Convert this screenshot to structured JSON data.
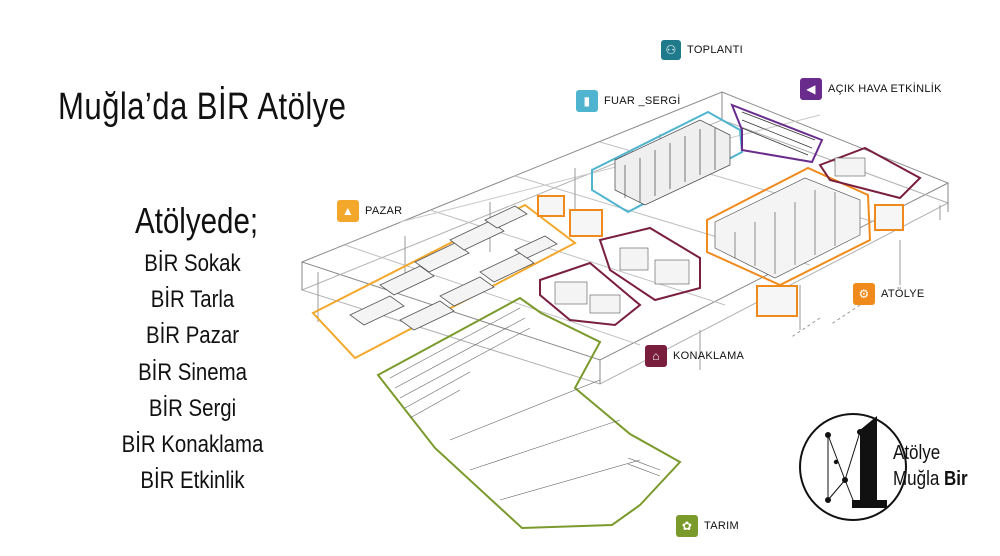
{
  "title": "Muğla’da BİR Atölye",
  "list": {
    "heading": "Atölyede;",
    "items": [
      "BİR Sokak",
      "BİR Tarla",
      "BİR Pazar",
      "BİR Sinema",
      "BİR Sergi",
      "BİR Konaklama",
      "BİR Etkinlik"
    ]
  },
  "labels": {
    "toplanti": "TOPLANTI",
    "acik_hava": "AÇIK HAVA ETKİNLİK",
    "fuar": "FUAR _SERGİ",
    "pazar": "PAZAR",
    "atolye": "ATÖLYE",
    "konaklama": "KONAKLAMA",
    "tarim": "TARIM"
  },
  "icons": {
    "toplanti": "people-icon",
    "acik_hava": "stage-icon",
    "fuar": "exhibition-panel-icon",
    "pazar": "market-stall-icon",
    "atolye": "gears-icon",
    "konaklama": "house-icon",
    "tarim": "grass-icon"
  },
  "colors": {
    "toplanti": "#1f7a8c",
    "acik_hava": "#6a2c8c",
    "fuar": "#4fb4cf",
    "pazar": "#f3a72b",
    "atolye": "#f08a1d",
    "konaklama": "#7a1e3e",
    "tarim": "#7a9a2c"
  },
  "logo": {
    "line1": "Atölye",
    "line2_regular": "Muğla ",
    "line2_bold": "Bir"
  }
}
